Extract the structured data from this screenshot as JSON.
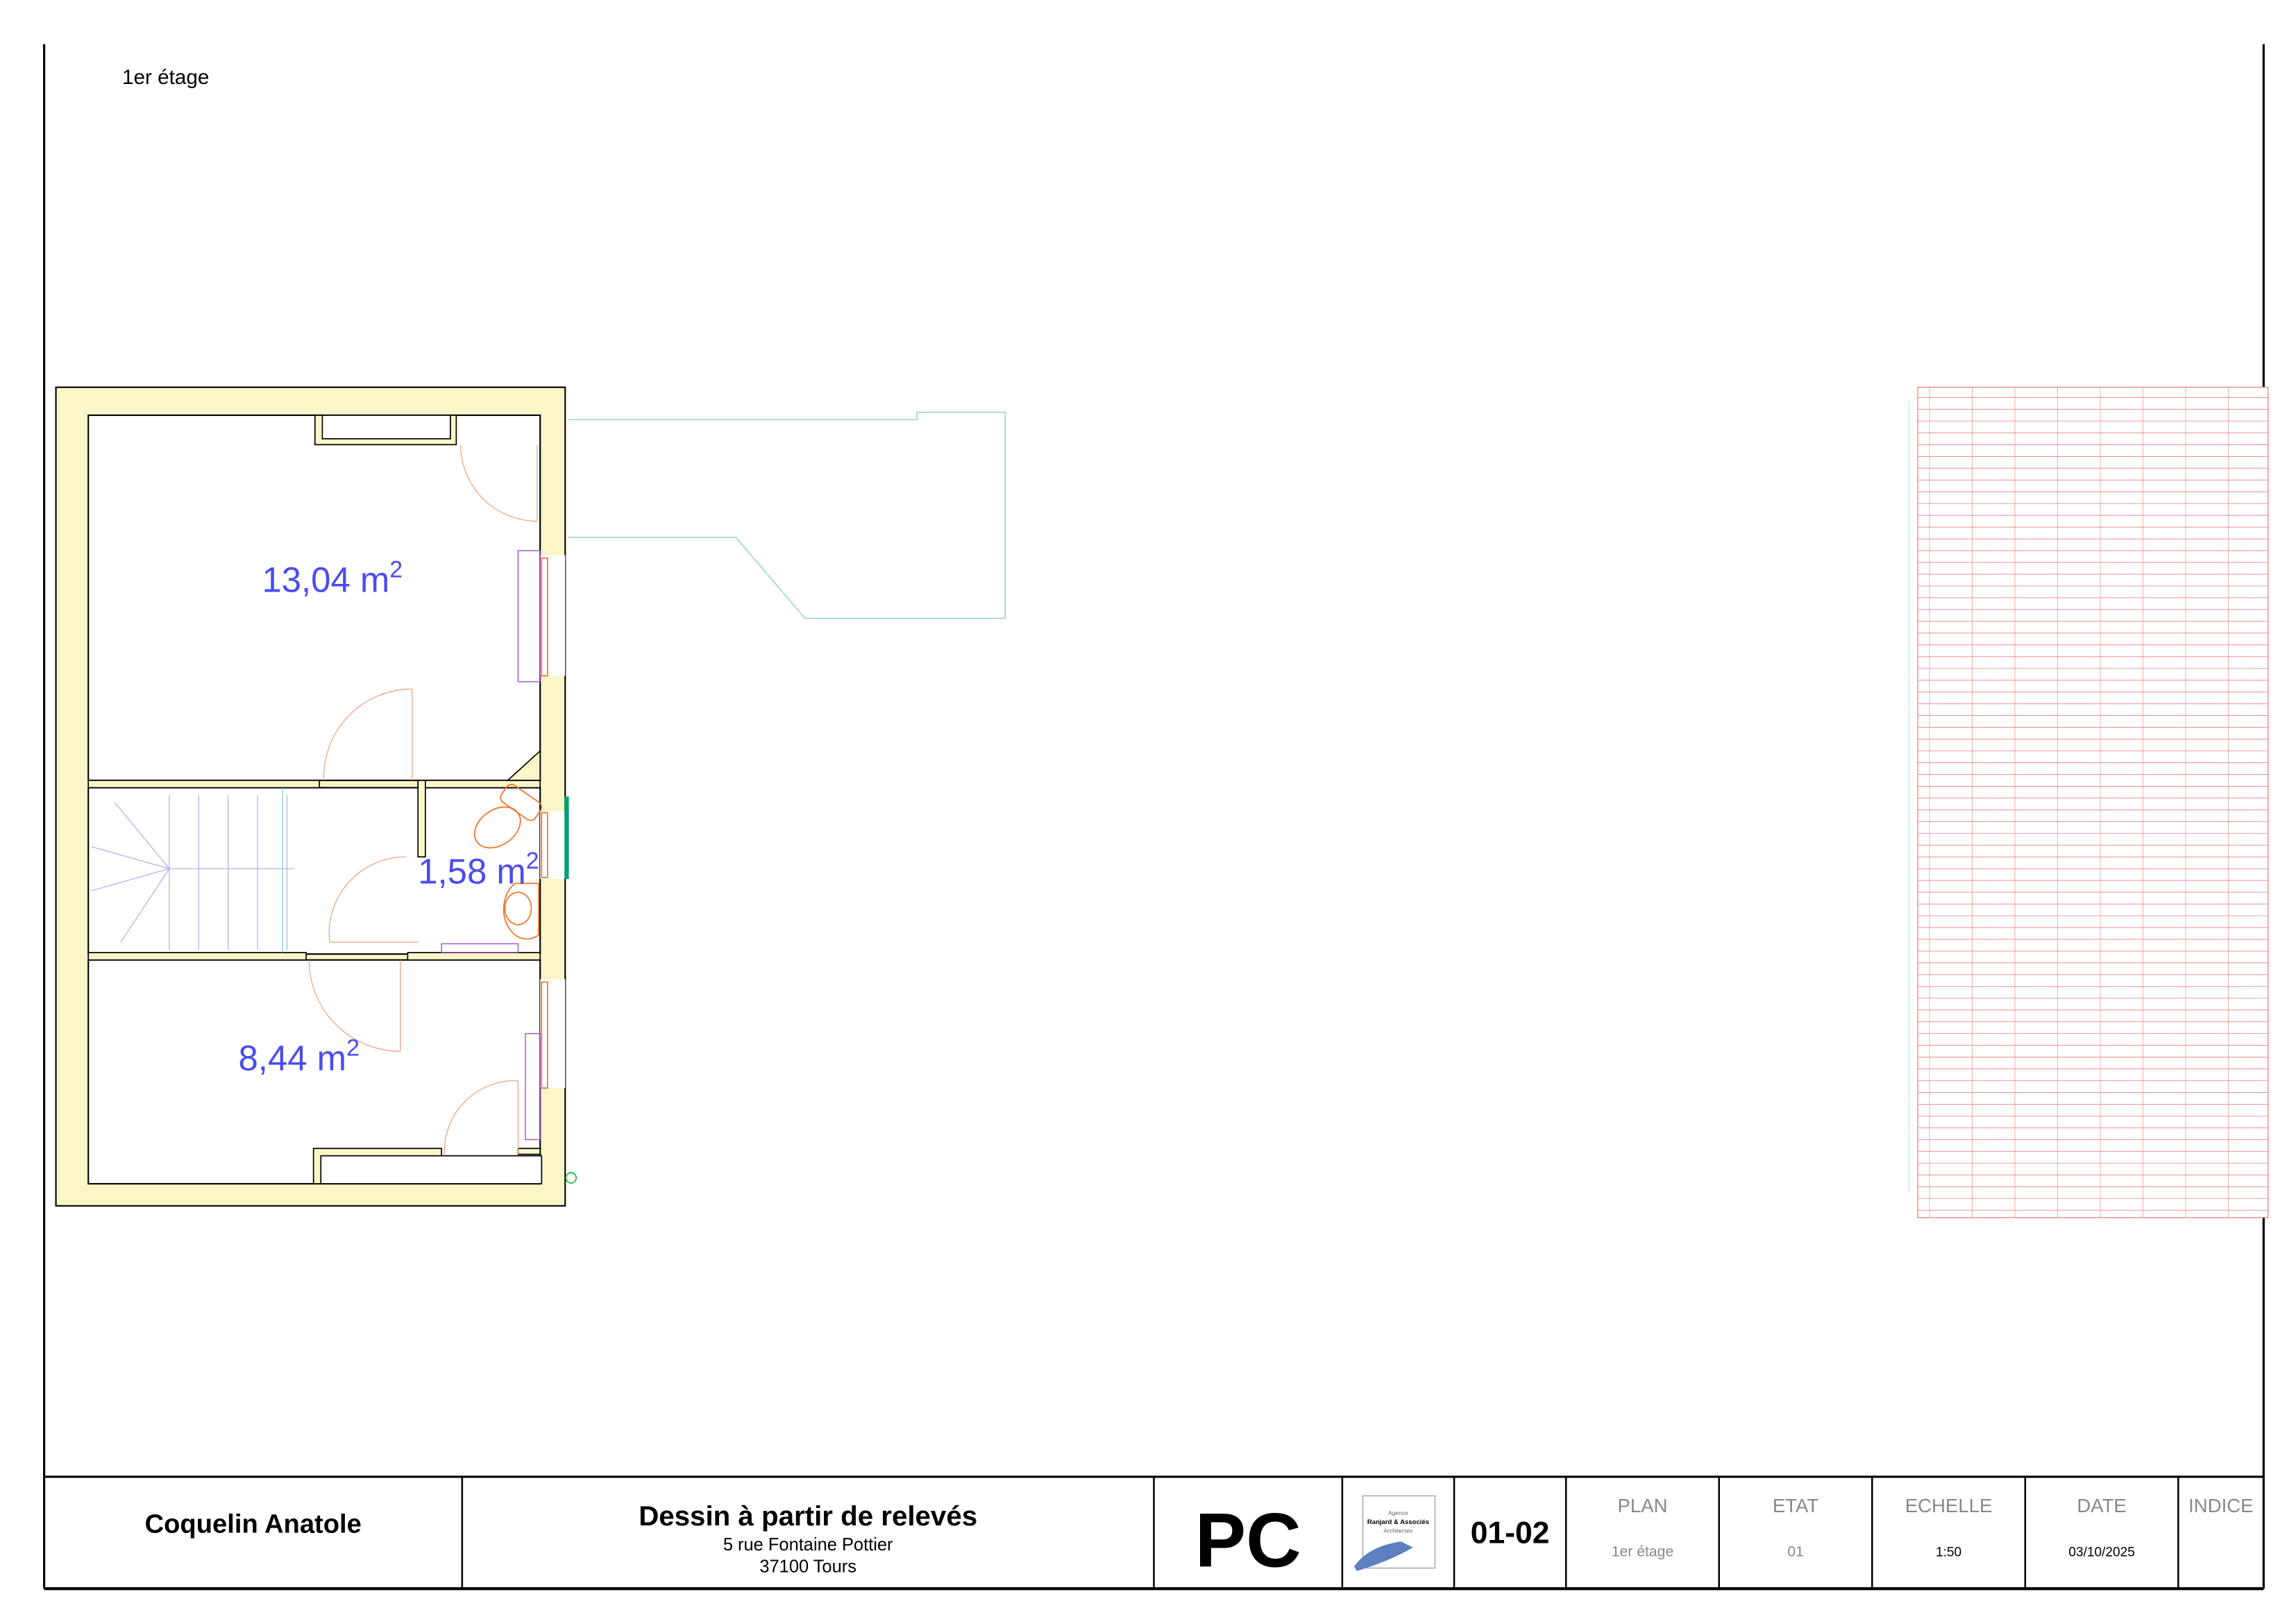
{
  "sheet": {
    "level_label": "1er étage"
  },
  "plan": {
    "rooms": [
      {
        "area": "13,04 m",
        "sup": "2"
      },
      {
        "area": "1,58 m",
        "sup": "2"
      },
      {
        "area": "8,44 m",
        "sup": "2"
      }
    ]
  },
  "title_block": {
    "client": "Coquelin Anatole",
    "project_title": "Dessin à partir de relevés",
    "address_line1": "5 rue Fontaine Pottier",
    "address_line2": "37100 Tours",
    "phase": "PC",
    "logo": {
      "line1": "Agence",
      "line2": "Ranjard & Associés",
      "line3": "Architectes"
    },
    "sheet_number": "01-02",
    "plan_label": "PLAN",
    "plan_value": "1er étage",
    "etat_label": "ETAT",
    "etat_value": "01",
    "echelle_label": "ECHELLE",
    "echelle_value": "1:50",
    "date_label": "DATE",
    "date_value": "03/10/2025",
    "indice_label": "INDICE"
  },
  "colors": {
    "wall_fill": "#faf6c8",
    "area_text": "#4b4bf0",
    "door": "#f08040",
    "roof": "#e88080"
  }
}
